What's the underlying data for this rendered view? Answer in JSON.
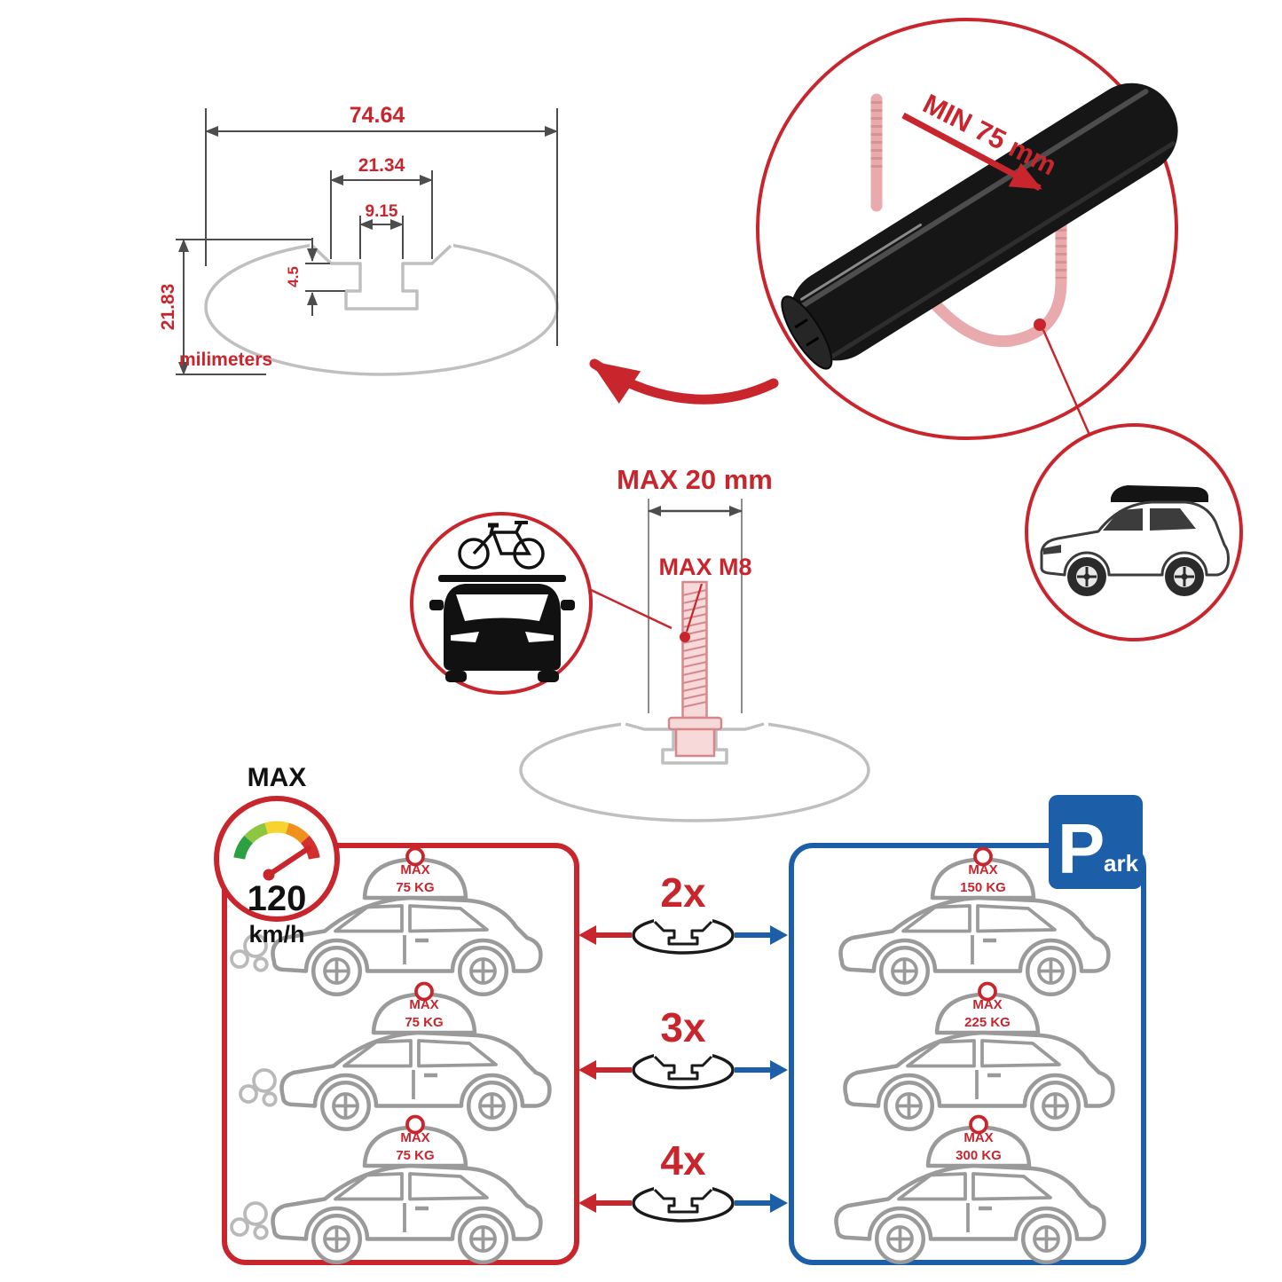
{
  "colors": {
    "red": "#c9252d",
    "blue": "#1c5fa8",
    "pink": "#e9aaad",
    "profile_gray": "#bfbfbf",
    "bar_black": "#161616"
  },
  "profile_dimensions": {
    "total_width": "74.64",
    "upper_width": "21.34",
    "slot_width": "9.15",
    "slot_depth": "4.5",
    "total_height": "21.83",
    "unit_label": "milimeters"
  },
  "clamp_note": {
    "label": "MIN 75 mm"
  },
  "bolt_note": {
    "length_label": "MAX 20 mm",
    "thread_label": "MAX M8"
  },
  "speed_limit": {
    "title": "MAX",
    "value": "120",
    "unit": "km/h"
  },
  "park_sign": {
    "initial": "P",
    "rest": "ark"
  },
  "load_table": {
    "rows": [
      {
        "bar_count": "2x",
        "driving_max": "MAX",
        "driving_load": "75 KG",
        "parked_max": "MAX",
        "parked_load": "150 KG"
      },
      {
        "bar_count": "3x",
        "driving_max": "MAX",
        "driving_load": "75 KG",
        "parked_max": "MAX",
        "parked_load": "225 KG"
      },
      {
        "bar_count": "4x",
        "driving_max": "MAX",
        "driving_load": "75 KG",
        "parked_max": "MAX",
        "parked_load": "300 KG"
      }
    ]
  }
}
